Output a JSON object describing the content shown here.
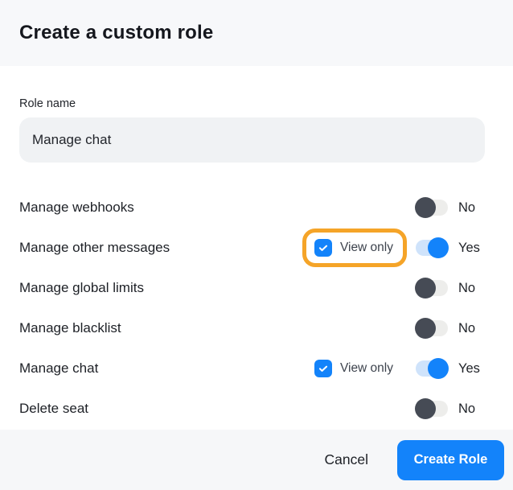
{
  "colors": {
    "accent_blue": "#1383fa",
    "toggle_off_knob": "#464b55",
    "toggle_off_track": "#ededeb",
    "toggle_on_track": "#cfe3fb",
    "highlight_orange": "#f5a428",
    "header_bg": "#f7f8fa",
    "footer_bg": "#f6f7f9",
    "input_bg": "#f0f2f4",
    "text_dark": "#1d2026"
  },
  "dialog": {
    "title": "Create a custom role",
    "role_name_field": {
      "label": "Role name",
      "value": "Manage chat"
    },
    "permissions": [
      {
        "label": "Manage webhooks",
        "view_only": null,
        "toggle": {
          "state": "off",
          "label": "No"
        }
      },
      {
        "label": "Manage other messages",
        "view_only": {
          "label": "View only",
          "checked": true,
          "highlighted": true
        },
        "toggle": {
          "state": "on",
          "label": "Yes"
        }
      },
      {
        "label": "Manage global limits",
        "view_only": null,
        "toggle": {
          "state": "off",
          "label": "No"
        }
      },
      {
        "label": "Manage blacklist",
        "view_only": null,
        "toggle": {
          "state": "off",
          "label": "No"
        }
      },
      {
        "label": "Manage chat",
        "view_only": {
          "label": "View only",
          "checked": true,
          "highlighted": false
        },
        "toggle": {
          "state": "on",
          "label": "Yes"
        }
      },
      {
        "label": "Delete seat",
        "view_only": null,
        "toggle": {
          "state": "off",
          "label": "No"
        }
      }
    ],
    "footer": {
      "cancel_label": "Cancel",
      "submit_label": "Create Role"
    }
  }
}
